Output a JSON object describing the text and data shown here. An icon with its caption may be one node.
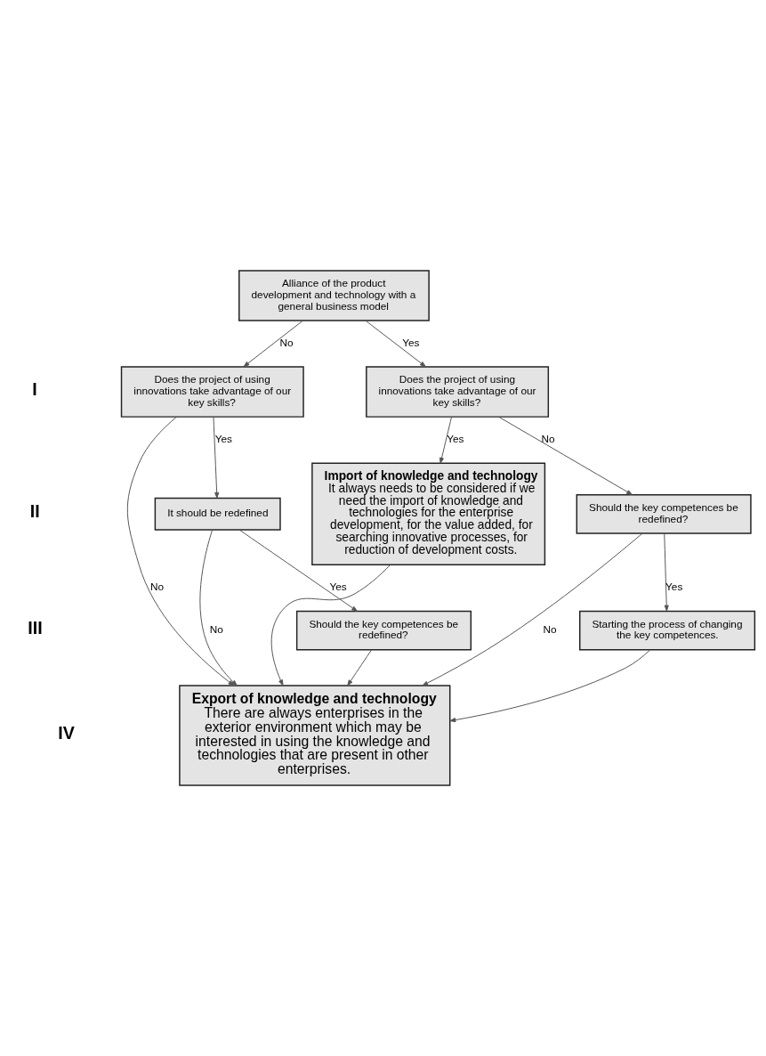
{
  "diagram": {
    "nodes": [
      {
        "text": [
          "Alliance of the product development and technology with a general business model"
        ]
      },
      {
        "text": [
          "Does the project of using innovations take advantage of our key skills?"
        ]
      },
      {
        "text": [
          "Does the project of using innovations take advantage of our key skills?"
        ]
      },
      {
        "text": [
          "It should be redefined"
        ]
      },
      {
        "text": [
          "Should the key competences be redefined?"
        ]
      },
      {
        "text": [
          "Should the key competences be redefined?"
        ]
      },
      {
        "text": [
          "Starting the process of changing the key competences."
        ]
      },
      {
        "text": [
          "Export of knowledge and technology",
          "There are always enterprises in the exterior environment which may be interested in using the knowledge and technologies that are present in other enterprises."
        ]
      },
      {
        "text": [
          "Import of knowledge and technology",
          "It always needs to be considered if we need the import of knowledge and technologies for the enterprise development, for the value added, for searching innovative processes, for reduction of development costs."
        ]
      }
    ],
    "edges": [
      {
        "from": 0,
        "to": 1,
        "arrow": "to",
        "label": "No"
      },
      {
        "from": 0,
        "to": 2,
        "arrow": "to",
        "label": "Yes"
      },
      {
        "from": 1,
        "to": 7,
        "arrow": "to",
        "label": "No"
      },
      {
        "from": 1,
        "to": 3,
        "arrow": "to",
        "label": "Yes"
      },
      {
        "from": 2,
        "to": 8,
        "arrow": "to",
        "label": "Yes"
      },
      {
        "from": 2,
        "to": 4,
        "arrow": "to",
        "label": "No"
      },
      {
        "from": 3,
        "to": 7,
        "arrow": "to",
        "label": "No"
      },
      {
        "from": 3,
        "to": 5,
        "arrow": "to",
        "label": "Yes"
      },
      {
        "from": 4,
        "to": 7,
        "arrow": "to",
        "label": "No"
      },
      {
        "from": 4,
        "to": 6,
        "arrow": "to",
        "label": "Yes"
      },
      {
        "from": 5,
        "to": 7,
        "arrow": "to"
      },
      {
        "from": 6,
        "to": 7,
        "arrow": "to"
      },
      {
        "from": 8,
        "to": 7,
        "arrow": "to"
      }
    ],
    "labels": [
      "I",
      "II",
      "III",
      "IV"
    ]
  }
}
